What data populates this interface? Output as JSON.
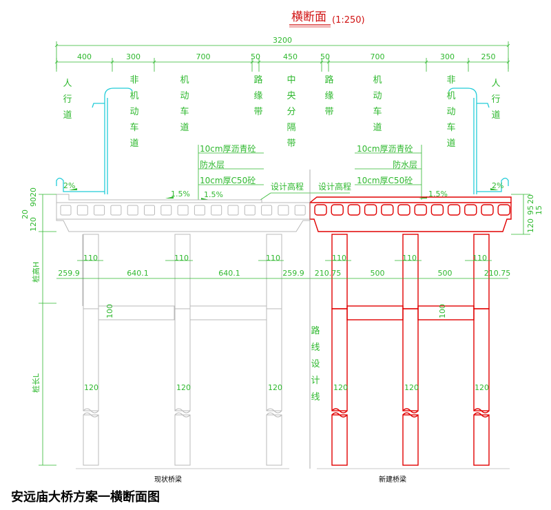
{
  "title": "横断面",
  "scale": "(1:250)",
  "total_width": "3200",
  "top_dims": [
    "400",
    "300",
    "700",
    "50",
    "450",
    "50",
    "700",
    "300",
    "250"
  ],
  "lanes": [
    "人行道",
    "非机动车道",
    "机动车道",
    "路缘带",
    "中央分隔带",
    "路缘带",
    "机动车道",
    "非机动车道",
    "人行道"
  ],
  "pavement_left": [
    "10cm厚沥青砼",
    "防水层",
    "10cm厚C50砼"
  ],
  "pavement_right": [
    "10cm厚沥青砼",
    "防水层",
    "10cm厚C50砼"
  ],
  "design_level_left": "设计高程",
  "design_level_right": "设计高程",
  "slopes": [
    "2%",
    "1.5%",
    "1.5%",
    "1.5%",
    "2%"
  ],
  "left_vert_dims": [
    "20",
    "90",
    "20",
    "20",
    "120"
  ],
  "right_vert_dims": [
    "20",
    "95",
    "15",
    "120"
  ],
  "pier_label": "桩高H",
  "pile_label": "桩长L",
  "col_width": "110",
  "left_spacing": [
    "259.9",
    "640.1",
    "640.1",
    "259.9"
  ],
  "right_spacing": [
    "210.75",
    "500",
    "500",
    "210.75"
  ],
  "beam_height": "100",
  "pile_dia": "120",
  "centerline_label": "路线设计线",
  "existing_label": "现状桥梁",
  "new_label": "新建桥梁",
  "caption": "安远庙大桥方案一横断面图"
}
